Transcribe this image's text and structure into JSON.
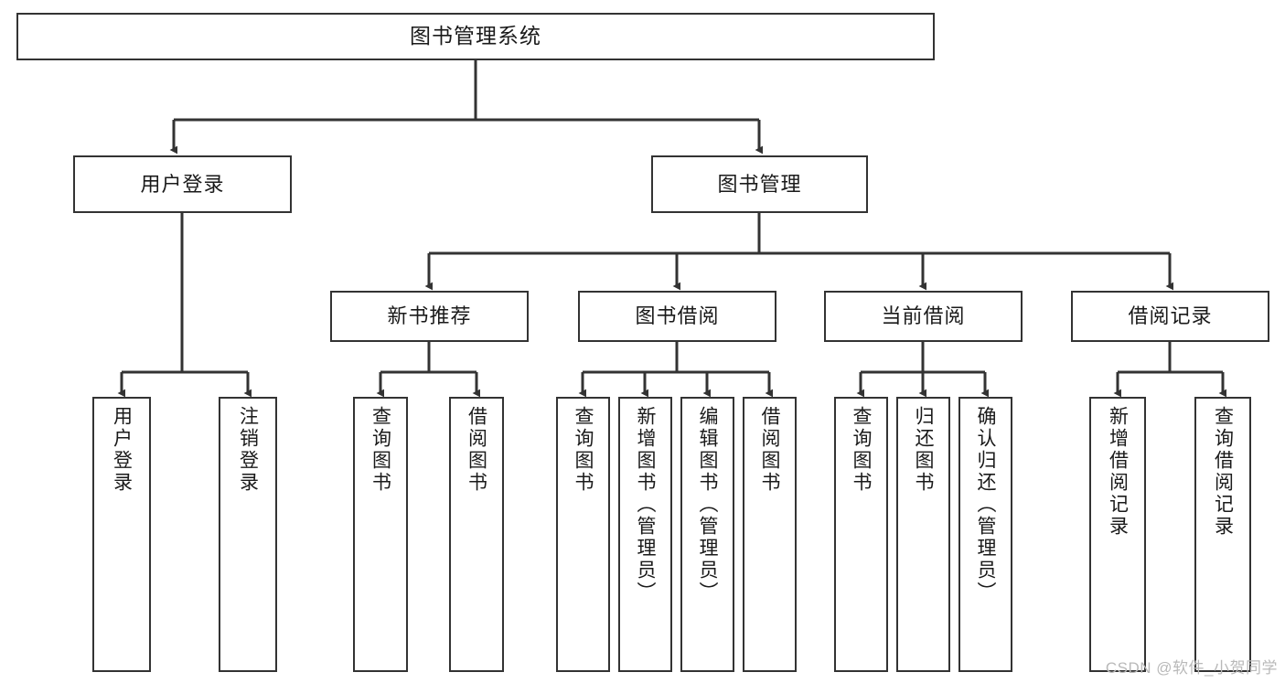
{
  "diagram": {
    "title": "图书管理系统",
    "watermark": "CSDN @软件_小贺同学",
    "line_color": "#333333",
    "box_fill": "#ffffff",
    "text_color": "#1a1a1a",
    "nodes": {
      "root": {
        "label": "图书管理系统"
      },
      "level2": [
        {
          "id": "user-login",
          "label": "用户登录"
        },
        {
          "id": "book-manage",
          "label": "图书管理"
        }
      ],
      "level3": [
        {
          "id": "new-book-recommend",
          "label": "新书推荐"
        },
        {
          "id": "book-borrow",
          "label": "图书借阅"
        },
        {
          "id": "current-borrow",
          "label": "当前借阅"
        },
        {
          "id": "borrow-record",
          "label": "借阅记录"
        }
      ],
      "leaves": [
        {
          "id": "leaf-user-login",
          "label": "用户登录",
          "parent": "user-login"
        },
        {
          "id": "leaf-logout",
          "label": "注销登录",
          "parent": "user-login"
        },
        {
          "id": "leaf-query-book-1",
          "label": "查询图书",
          "parent": "new-book-recommend"
        },
        {
          "id": "leaf-borrow-book-1",
          "label": "借阅图书",
          "parent": "new-book-recommend"
        },
        {
          "id": "leaf-query-book-2",
          "label": "查询图书",
          "parent": "book-borrow"
        },
        {
          "id": "leaf-add-book",
          "label": "新增图书（管理员）",
          "parent": "book-borrow"
        },
        {
          "id": "leaf-edit-book",
          "label": "编辑图书（管理员）",
          "parent": "book-borrow"
        },
        {
          "id": "leaf-borrow-book-2",
          "label": "借阅图书",
          "parent": "book-borrow"
        },
        {
          "id": "leaf-query-book-3",
          "label": "查询图书",
          "parent": "current-borrow"
        },
        {
          "id": "leaf-return-book",
          "label": "归还图书",
          "parent": "current-borrow"
        },
        {
          "id": "leaf-confirm-return",
          "label": "确认归还（管理员）",
          "parent": "current-borrow"
        },
        {
          "id": "leaf-add-record",
          "label": "新增借阅记录",
          "parent": "borrow-record"
        },
        {
          "id": "leaf-query-record",
          "label": "查询借阅记录",
          "parent": "borrow-record"
        }
      ]
    }
  }
}
